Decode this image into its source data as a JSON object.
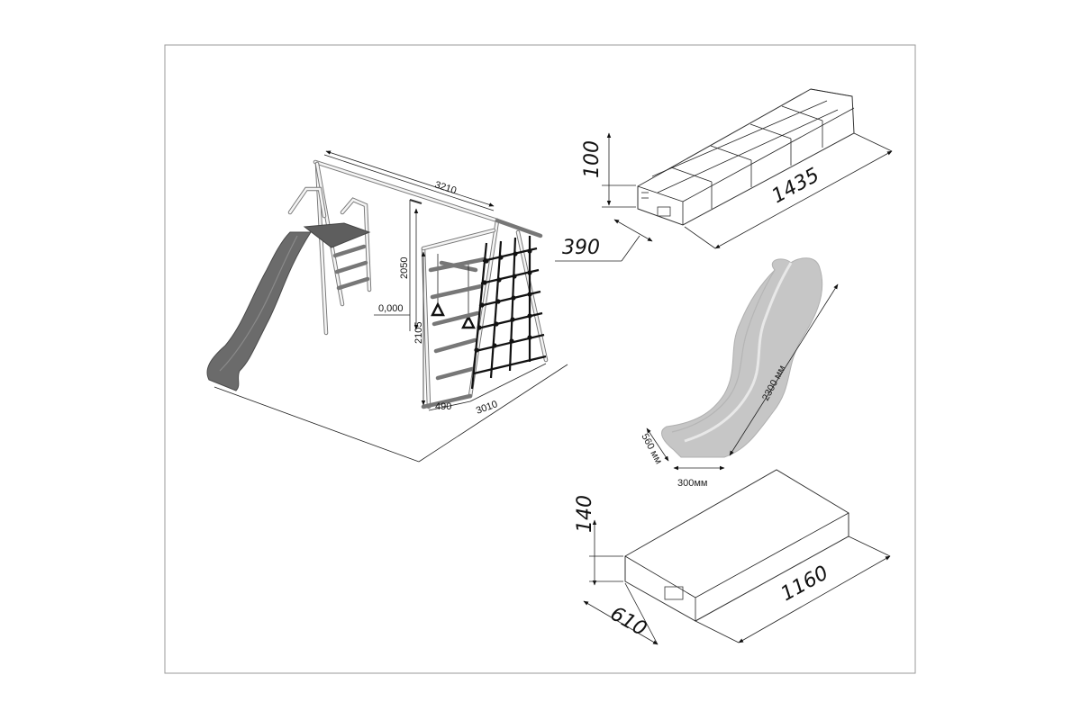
{
  "assembly": {
    "dims": {
      "top_length": "3210",
      "swing_height": "2050",
      "ground_level": "0,000",
      "frame_height": "2105",
      "frame_depth": "490",
      "frame_width": "3010"
    }
  },
  "package_long": {
    "dims": {
      "height": "100",
      "width": "390",
      "length": "1435"
    }
  },
  "slide_part": {
    "dims": {
      "length": "2300 мм",
      "height": "560 мм",
      "width": "300мм"
    }
  },
  "package_box": {
    "dims": {
      "height": "140",
      "width": "610",
      "length": "1160"
    }
  },
  "colors": {
    "slide_dark": "#6b6b6b",
    "slide_light": "#c6c6c6",
    "frame_border": "#9a9a9a"
  }
}
